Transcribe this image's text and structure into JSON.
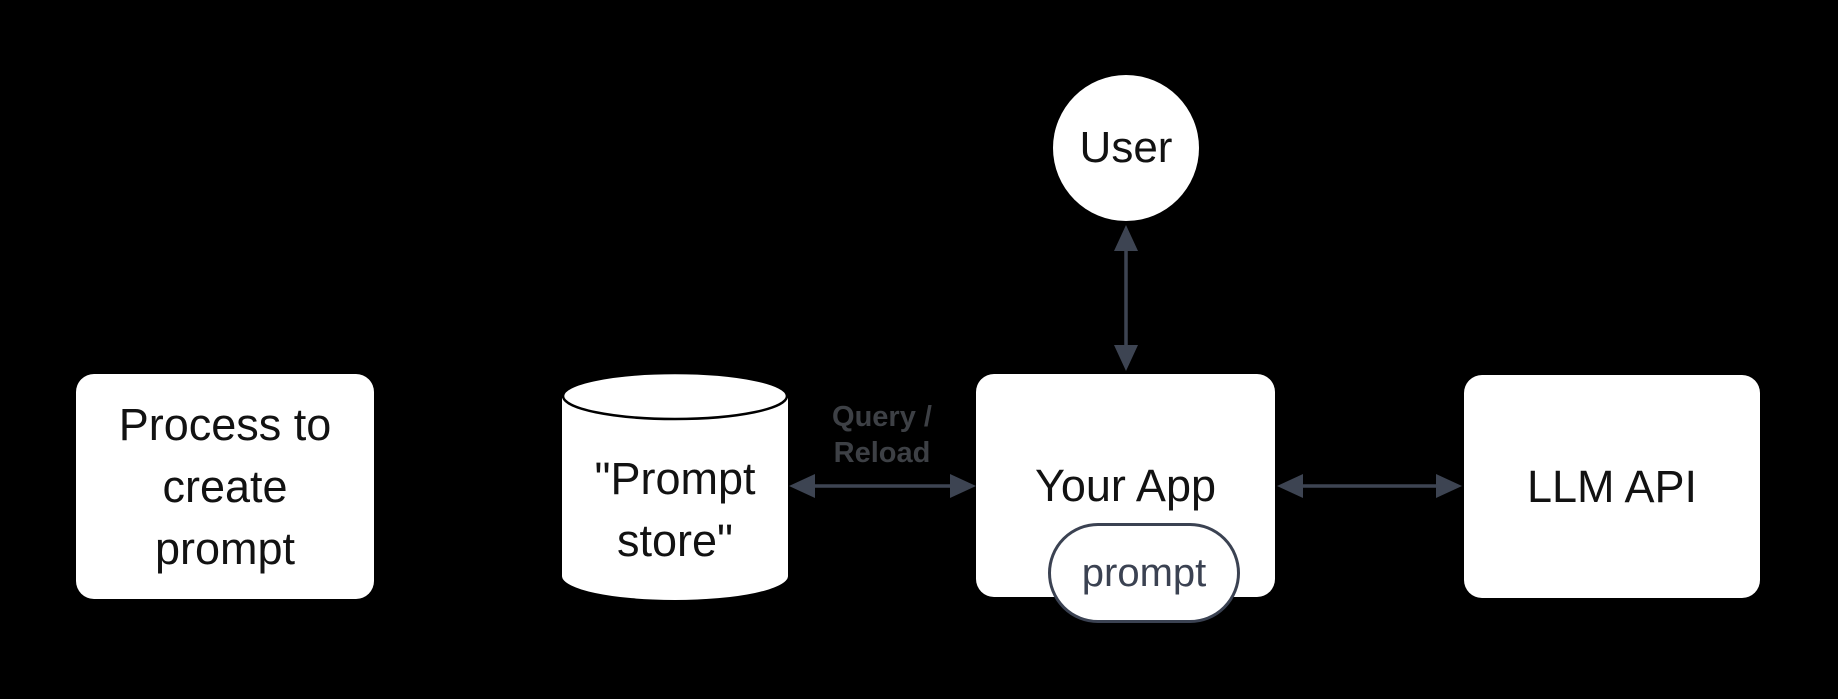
{
  "colors": {
    "background": "#000000",
    "node-fill": "#ffffff",
    "node-text": "#121212",
    "arrow": "#3d4452",
    "edge-label": "#3d4045",
    "pill-border": "#3b4252",
    "pill-text": "#3b4252",
    "cylinder-outline": "#000000"
  },
  "diagram": {
    "nodes": {
      "process": {
        "label": "Process to\ncreate\nprompt",
        "shape": "rounded-rect"
      },
      "prompt_store": {
        "label": "\"Prompt\nstore\"",
        "shape": "cylinder"
      },
      "your_app": {
        "label": "Your App",
        "shape": "rounded-rect"
      },
      "prompt_pill": {
        "label": "prompt",
        "shape": "pill"
      },
      "user": {
        "label": "User",
        "shape": "circle"
      },
      "llm_api": {
        "label": "LLM API",
        "shape": "rounded-rect"
      }
    },
    "edges": {
      "store_app": {
        "label": "Query /\nReload",
        "type": "bidirectional"
      },
      "user_app": {
        "label": "",
        "type": "bidirectional"
      },
      "app_llm": {
        "label": "",
        "type": "bidirectional"
      }
    }
  }
}
